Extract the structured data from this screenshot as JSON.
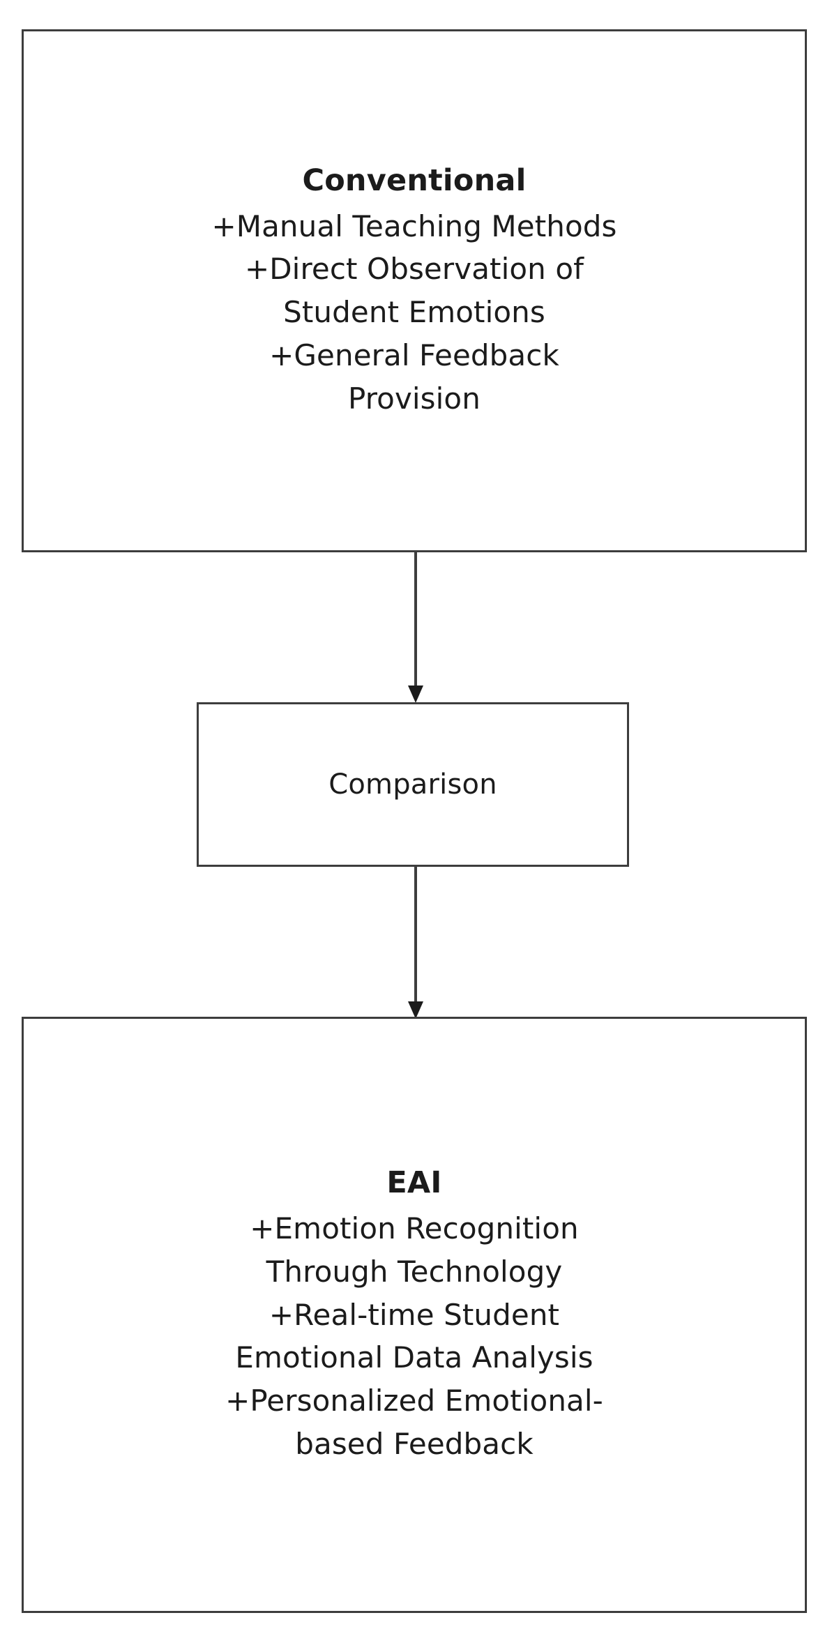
{
  "diagram": {
    "type": "flowchart",
    "orientation": "vertical",
    "background_color": "#ffffff",
    "border_color": "#3d3d3d",
    "text_color": "#1b1b1b",
    "nodes": [
      {
        "id": "conventional",
        "title": "Conventional",
        "title_bold": true,
        "lines": [
          "+Manual Teaching Methods",
          "+Direct Observation of",
          "Student Emotions",
          "+General Feedback",
          "Provision"
        ],
        "features": [
          "Manual Teaching Methods",
          "Direct Observation of Student Emotions",
          "General Feedback Provision"
        ]
      },
      {
        "id": "comparison",
        "title": "Comparison",
        "title_bold": false,
        "lines": [],
        "features": []
      },
      {
        "id": "eai",
        "title": "EAI",
        "title_bold": true,
        "lines": [
          "+Emotion Recognition",
          "Through Technology",
          "+Real-time Student",
          "Emotional Data Analysis",
          "+Personalized Emotional-",
          "based Feedback"
        ],
        "features": [
          "Emotion Recognition Through Technology",
          "Real-time Student Emotional Data Analysis",
          "Personalized Emotional-based Feedback"
        ]
      }
    ],
    "edges": [
      {
        "id": "edge-conventional-comparison",
        "from": "conventional",
        "to": "comparison",
        "label": "",
        "arrowhead": "filled-triangle"
      },
      {
        "id": "edge-comparison-eai",
        "from": "comparison",
        "to": "eai",
        "label": "",
        "arrowhead": "filled-triangle"
      }
    ]
  }
}
